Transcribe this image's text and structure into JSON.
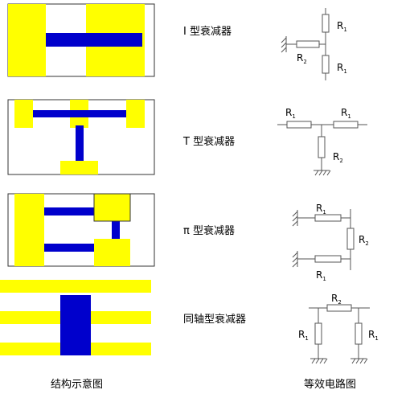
{
  "labels": {
    "i_type": "I 型衰减器",
    "t_type": "T 型衰减器",
    "pi_type": "π 型衰减器",
    "coax_type": "同轴型衰减器",
    "structure_caption": "结构示意图",
    "circuit_caption": "等效电路图"
  },
  "resistors": {
    "r1_main": "R",
    "r1_sub": "1",
    "r2_main": "R",
    "r2_sub": "2"
  },
  "colors": {
    "pad": "#ffff00",
    "trace": "#0000cc",
    "frame": "#333333",
    "wire": "#555555"
  }
}
